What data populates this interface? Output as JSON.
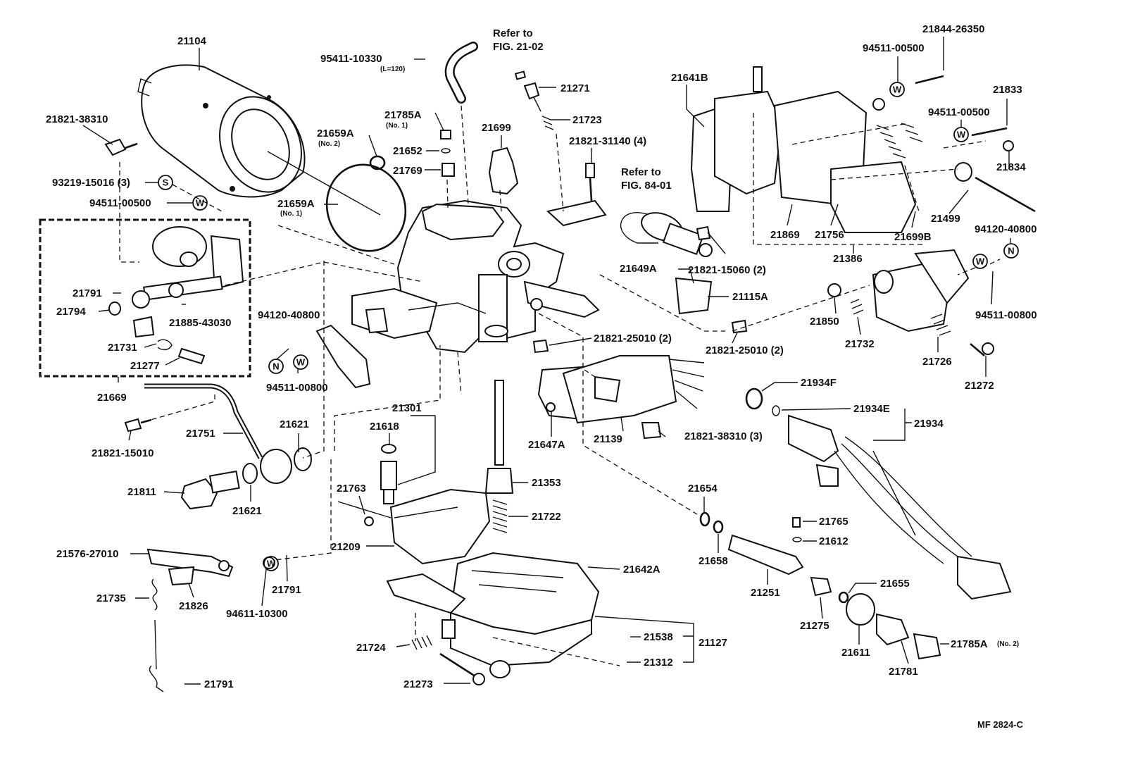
{
  "parts": [
    {
      "id": "p01",
      "text": "21104"
    },
    {
      "id": "p02",
      "text": "21821-38310"
    },
    {
      "id": "p03",
      "text": "93219-15016 (3)"
    },
    {
      "id": "p04",
      "text": "94511-00500"
    },
    {
      "id": "p05",
      "text": "21791"
    },
    {
      "id": "p06",
      "text": "21794"
    },
    {
      "id": "p07",
      "text": "21885-43030"
    },
    {
      "id": "p08",
      "text": "21731"
    },
    {
      "id": "p09",
      "text": "21277"
    },
    {
      "id": "p10",
      "text": "21669"
    },
    {
      "id": "p11",
      "text": "21821-15010"
    },
    {
      "id": "p12",
      "text": "21751"
    },
    {
      "id": "p13",
      "text": "21621"
    },
    {
      "id": "p14",
      "text": "21811"
    },
    {
      "id": "p15",
      "text": "21621"
    },
    {
      "id": "p16",
      "text": "21576-27010"
    },
    {
      "id": "p17",
      "text": "21735"
    },
    {
      "id": "p18",
      "text": "21826"
    },
    {
      "id": "p19",
      "text": "94611-10300"
    },
    {
      "id": "p20",
      "text": "21791"
    },
    {
      "id": "p21",
      "text": "21791"
    },
    {
      "id": "p22",
      "text": "95411-10330"
    },
    {
      "id": "p23",
      "text": "(L=120)"
    },
    {
      "id": "p24",
      "text": "21659A"
    },
    {
      "id": "p25",
      "text": "(No. 2)"
    },
    {
      "id": "p26",
      "text": "21659A"
    },
    {
      "id": "p27",
      "text": "(No. 1)"
    },
    {
      "id": "p28",
      "text": "94120-40800"
    },
    {
      "id": "p29",
      "text": "94511-00800"
    },
    {
      "id": "p30",
      "text": "21785A"
    },
    {
      "id": "p31",
      "text": "(No. 1)"
    },
    {
      "id": "p32",
      "text": "21652"
    },
    {
      "id": "p33",
      "text": "21769"
    },
    {
      "id": "p34",
      "text": "21699"
    },
    {
      "id": "p35",
      "text": "Refer to"
    },
    {
      "id": "p36",
      "text": "FIG. 21-02"
    },
    {
      "id": "p37",
      "text": "21271"
    },
    {
      "id": "p38",
      "text": "21723"
    },
    {
      "id": "p39",
      "text": "21821-31140 (4)"
    },
    {
      "id": "p40",
      "text": "Refer to"
    },
    {
      "id": "p41",
      "text": "FIG. 84-01"
    },
    {
      "id": "p42",
      "text": "21301"
    },
    {
      "id": "p43",
      "text": "21618"
    },
    {
      "id": "p44",
      "text": "21763"
    },
    {
      "id": "p45",
      "text": "21209"
    },
    {
      "id": "p46",
      "text": "21353"
    },
    {
      "id": "p47",
      "text": "21722"
    },
    {
      "id": "p48",
      "text": "21642A"
    },
    {
      "id": "p49",
      "text": "21724"
    },
    {
      "id": "p50",
      "text": "21273"
    },
    {
      "id": "p51",
      "text": "21538"
    },
    {
      "id": "p52",
      "text": "21312"
    },
    {
      "id": "p53",
      "text": "21127"
    },
    {
      "id": "p54",
      "text": "21647A"
    },
    {
      "id": "p55",
      "text": "21139"
    },
    {
      "id": "p56",
      "text": "21821-38310 (3)"
    },
    {
      "id": "p57",
      "text": "21821-25010 (2)"
    },
    {
      "id": "p58",
      "text": "21649A"
    },
    {
      "id": "p59",
      "text": "21115A"
    },
    {
      "id": "p60",
      "text": "21821-25010 (2)"
    },
    {
      "id": "p61",
      "text": "21821-15060 (2)"
    },
    {
      "id": "p62",
      "text": "21654"
    },
    {
      "id": "p63",
      "text": "21658"
    },
    {
      "id": "p64",
      "text": "21251"
    },
    {
      "id": "p65",
      "text": "21275"
    },
    {
      "id": "p66",
      "text": "21611"
    },
    {
      "id": "p67",
      "text": "21781"
    },
    {
      "id": "p68",
      "text": "21785A"
    },
    {
      "id": "p69",
      "text": "(No. 2)"
    },
    {
      "id": "p70",
      "text": "21655"
    },
    {
      "id": "p71",
      "text": "21765"
    },
    {
      "id": "p72",
      "text": "21612"
    },
    {
      "id": "p73",
      "text": "21934F"
    },
    {
      "id": "p74",
      "text": "21934E"
    },
    {
      "id": "p75",
      "text": "21934"
    },
    {
      "id": "p76",
      "text": "21641B"
    },
    {
      "id": "p77",
      "text": "21844-26350"
    },
    {
      "id": "p78",
      "text": "94511-00500"
    },
    {
      "id": "p79",
      "text": "21833"
    },
    {
      "id": "p80",
      "text": "94511-00500"
    },
    {
      "id": "p81",
      "text": "21834"
    },
    {
      "id": "p82",
      "text": "21499"
    },
    {
      "id": "p83",
      "text": "21869"
    },
    {
      "id": "p84",
      "text": "21756"
    },
    {
      "id": "p85",
      "text": "21699B"
    },
    {
      "id": "p86",
      "text": "21386"
    },
    {
      "id": "p87",
      "text": "94120-40800"
    },
    {
      "id": "p88",
      "text": "94511-00800"
    },
    {
      "id": "p89",
      "text": "21850"
    },
    {
      "id": "p90",
      "text": "21732"
    },
    {
      "id": "p91",
      "text": "21726"
    },
    {
      "id": "p92",
      "text": "21272"
    }
  ],
  "symbols": {
    "washer": "W",
    "spring_washer": "S",
    "nut": "N"
  },
  "figure_code": "MF 2824-C"
}
